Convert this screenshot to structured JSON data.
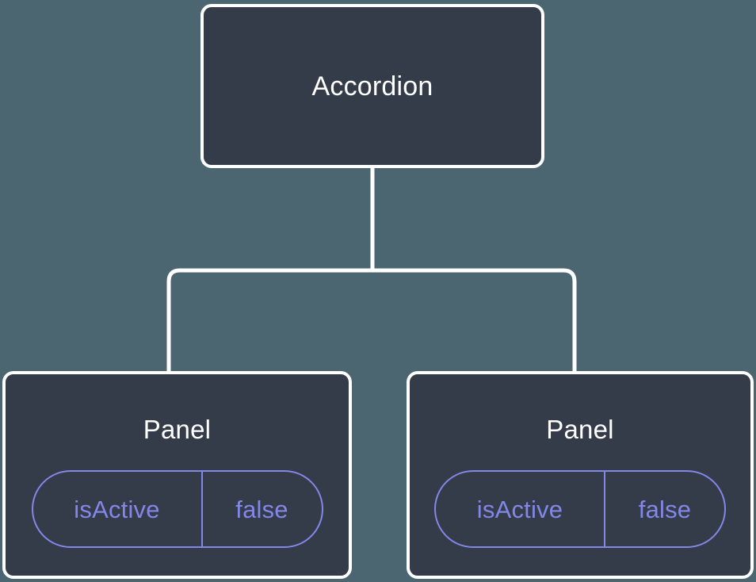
{
  "diagram": {
    "type": "component-tree",
    "background_color": "#4c6671",
    "node_fill_color": "#353c49",
    "node_border_color": "#ffffff",
    "connector_color": "#ffffff",
    "badge_color": "#8287e8",
    "root": {
      "label": "Accordion"
    },
    "children": [
      {
        "label": "Panel",
        "badge": {
          "key": "isActive",
          "value": "false"
        }
      },
      {
        "label": "Panel",
        "badge": {
          "key": "isActive",
          "value": "false"
        }
      }
    ]
  }
}
